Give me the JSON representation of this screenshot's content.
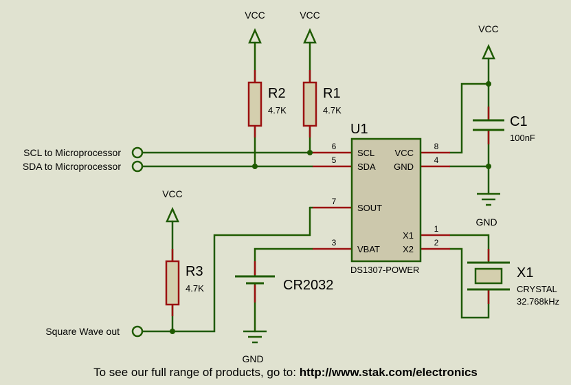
{
  "colors": {
    "background": "#e0e2d0",
    "wire": "#1e5a00",
    "pin": "#9b1010",
    "component_fill": "#d4cfae",
    "ic_fill": "#ccc8ac",
    "junction": "#1e5a00"
  },
  "power": {
    "vcc": "VCC",
    "gnd": "GND"
  },
  "resistors": [
    {
      "ref": "R2",
      "value": "4.7K"
    },
    {
      "ref": "R1",
      "value": "4.7K"
    },
    {
      "ref": "R3",
      "value": "4.7K"
    }
  ],
  "capacitor": {
    "ref": "C1",
    "value": "100nF"
  },
  "ic": {
    "ref": "U1",
    "part": "DS1307-POWER",
    "pins": [
      {
        "num": "6",
        "name": "SCL"
      },
      {
        "num": "5",
        "name": "SDA"
      },
      {
        "num": "7",
        "name": "SOUT"
      },
      {
        "num": "3",
        "name": "VBAT"
      },
      {
        "num": "8",
        "name": "VCC"
      },
      {
        "num": "4",
        "name": "GND"
      },
      {
        "num": "1",
        "name": "X1"
      },
      {
        "num": "2",
        "name": "X2"
      }
    ]
  },
  "battery": {
    "ref": "CR2032"
  },
  "crystal": {
    "ref": "X1",
    "type": "CRYSTAL",
    "value": "32.768kHz"
  },
  "ports": {
    "scl": "SCL to Microprocessor",
    "sda": "SDA to Microprocessor",
    "sqw": "Square Wave out"
  },
  "footer": {
    "text": "To see our full range of products, go to:",
    "url": "http://www.stak.com/electronics"
  }
}
